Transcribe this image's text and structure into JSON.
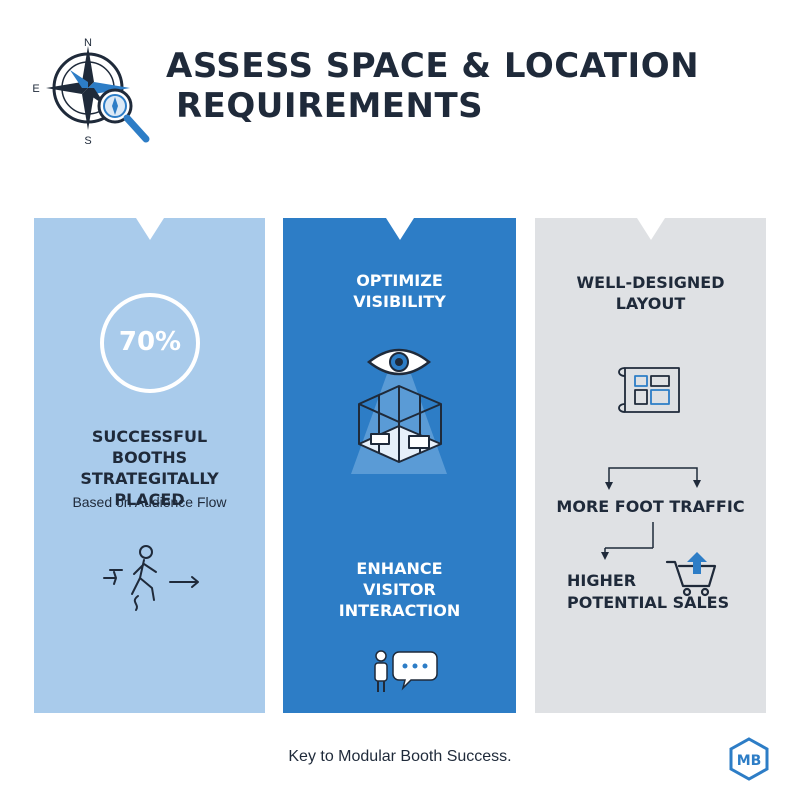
{
  "header": {
    "title_line1": "ASSESS SPACE & LOCATION",
    "title_line2": "REQUIREMENTS",
    "compass": {
      "n": "N",
      "e": "E",
      "s": "S"
    }
  },
  "panels": [
    {
      "stat": "70%",
      "heading": "SUCCESSFUL BOOTHS STRATEGITALLY PLACED",
      "subtext": "Based on Audience Flow"
    },
    {
      "heading_top": "OPTIMIZE VISIBILITY",
      "heading_bottom": "ENHANCE VISITOR INTERACTION"
    },
    {
      "heading_top": "WELL-DESIGNED LAYOUT",
      "traffic": "MORE FOOT TRAFFIC",
      "sales": "HIGHER POTENTIAL SALES"
    }
  ],
  "footer": {
    "text": "Key to Modular Booth Success."
  },
  "logo": {
    "text": "MB"
  },
  "colors": {
    "panel1": "#a9cbeb",
    "panel2": "#2d7dc6",
    "panel3": "#dfe1e4",
    "text_dark": "#1f2a3a",
    "accent": "#2d7dc6"
  }
}
